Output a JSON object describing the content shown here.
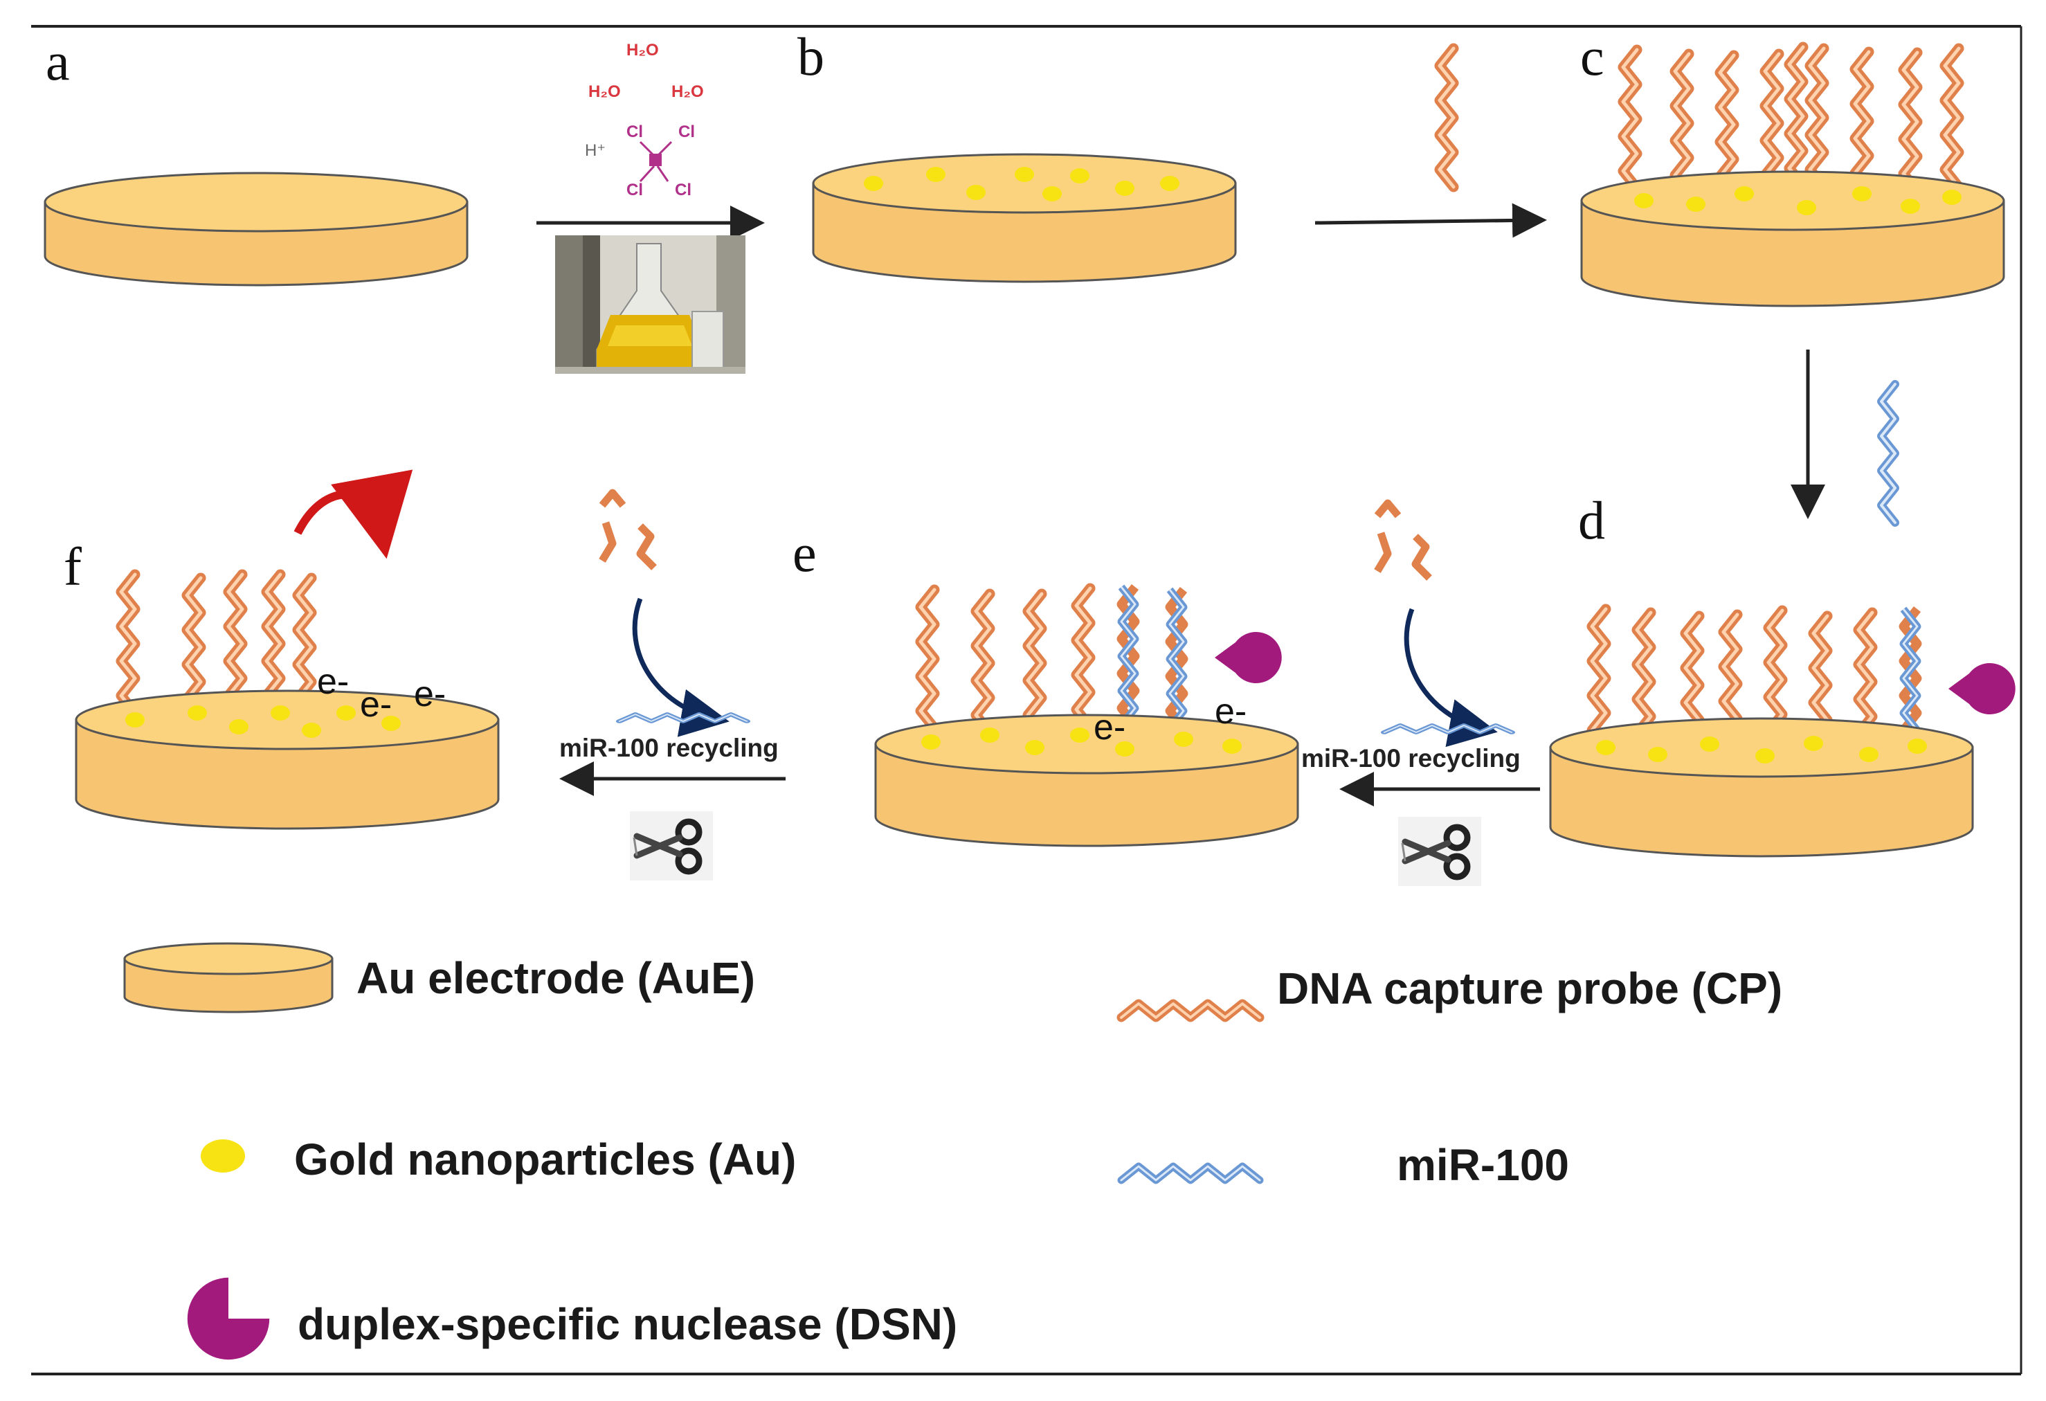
{
  "panels": {
    "a": "a",
    "b": "b",
    "c": "c",
    "d": "d",
    "e": "e",
    "f": "f"
  },
  "chemistry": {
    "water": "H₂O",
    "proton": "H⁺",
    "chloride": "Cl"
  },
  "recycling_label": "miR-100 recycling",
  "electron": "e-",
  "legend": {
    "electrode": "Au electrode (AuE)",
    "nanoparticles": "Gold nanoparticles (Au)",
    "nuclease": "duplex-specific nuclease (DSN)",
    "capture_probe": "DNA capture probe (CP)",
    "mirna": "miR-100"
  },
  "colors": {
    "electrode_fill": "#f7c571",
    "electrode_top": "#fbd27e",
    "nanoparticle": "#f7e313",
    "capture_probe": "#f0965a",
    "mirna": "#7aa6dc",
    "nuclease": "#a21a7c",
    "turn_arrow": "#d01818",
    "curve_arrow": "#0f2a5a"
  }
}
